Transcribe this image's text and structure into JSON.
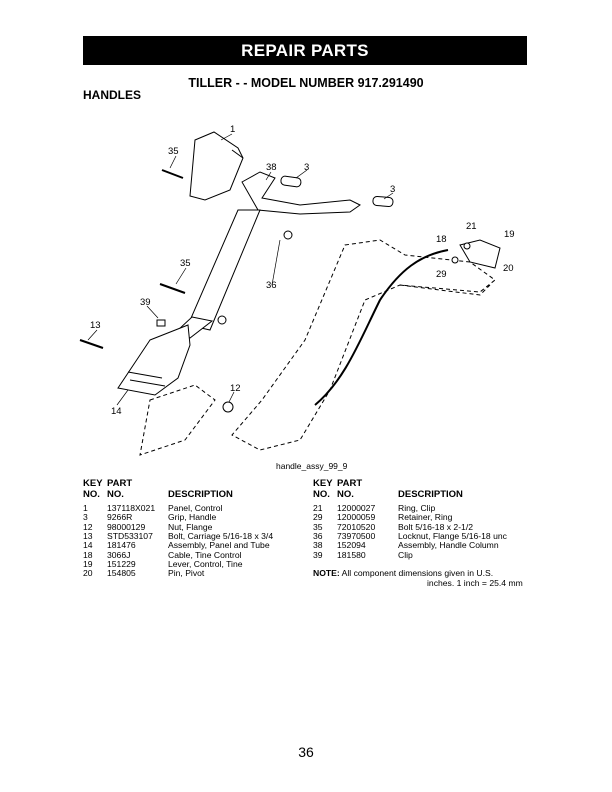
{
  "banner": "REPAIR PARTS",
  "subtitle": "TILLER - - MODEL NUMBER 917.291490",
  "section": "HANDLES",
  "diagram": {
    "callouts": [
      "1",
      "35",
      "38",
      "3",
      "3",
      "21",
      "19",
      "18",
      "29",
      "20",
      "35",
      "36",
      "39",
      "13",
      "14",
      "12"
    ],
    "caption": "handle_assy_99_9"
  },
  "table": {
    "headers": {
      "key_line1": "KEY",
      "key_line2": "NO.",
      "part_line1": "PART",
      "part_line2": "NO.",
      "description": "DESCRIPTION"
    },
    "left": [
      {
        "key": "1",
        "part": "137118X021",
        "desc": "Panel, Control"
      },
      {
        "key": "3",
        "part": "9266R",
        "desc": "Grip, Handle"
      },
      {
        "key": "12",
        "part": "98000129",
        "desc": "Nut, Flange"
      },
      {
        "key": "13",
        "part": "STD533107",
        "desc": "Bolt, Carriage  5/16-18 x 3/4"
      },
      {
        "key": "14",
        "part": "181476",
        "desc": "Assembly, Panel and Tube"
      },
      {
        "key": "18",
        "part": "3066J",
        "desc": "Cable, Tine Control"
      },
      {
        "key": "19",
        "part": "151229",
        "desc": "Lever, Control, Tine"
      },
      {
        "key": "20",
        "part": "154805",
        "desc": "Pin, Pivot"
      }
    ],
    "right": [
      {
        "key": "21",
        "part": "12000027",
        "desc": "Ring, Clip"
      },
      {
        "key": "29",
        "part": "12000059",
        "desc": "Retainer, Ring"
      },
      {
        "key": "35",
        "part": "72010520",
        "desc": "Bolt 5/16-18 x 2-1/2"
      },
      {
        "key": "36",
        "part": "73970500",
        "desc": "Locknut, Flange  5/16-18 unc"
      },
      {
        "key": "38",
        "part": "152094",
        "desc": "Assembly, Handle Column"
      },
      {
        "key": "39",
        "part": "181580",
        "desc": "Clip"
      }
    ]
  },
  "note": {
    "label": "NOTE:",
    "line1": "All component dimensions given in U.S.",
    "line2": "inches. 1 inch = 25.4 mm"
  },
  "page_number": "36"
}
